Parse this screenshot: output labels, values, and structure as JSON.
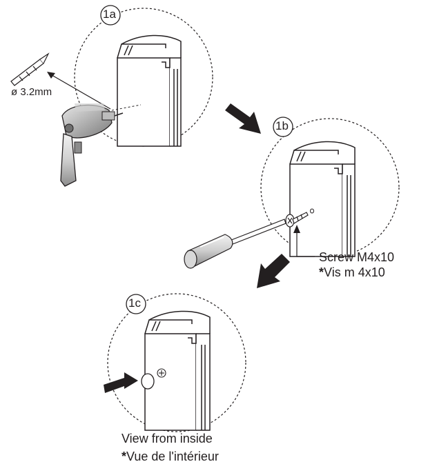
{
  "steps": {
    "s1a": "1a",
    "s1b": "1b",
    "s1c": "1c"
  },
  "drill_bit_label": "ø 3.2mm",
  "screw": {
    "label_en": "Screw M4x10",
    "star": "*",
    "label_fr": "Vis m 4x10"
  },
  "caption": {
    "line_en": "View from inside",
    "star": "*",
    "line_fr": "Vue de l'intérieur"
  },
  "colors": {
    "ink": "#231f20",
    "grey": "#9e9e9e",
    "light_grey": "#d9d9d9"
  }
}
